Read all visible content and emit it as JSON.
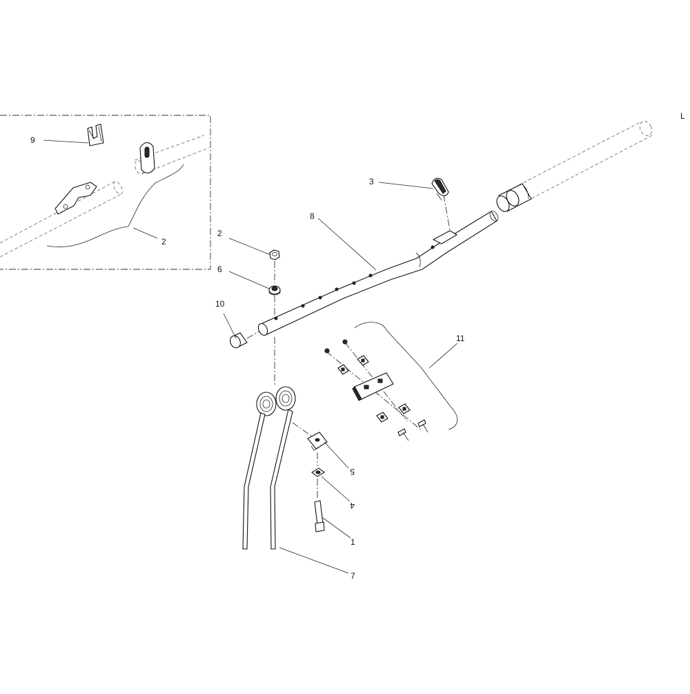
{
  "corner_mark": "L",
  "callouts": {
    "c9": "9",
    "c2_inset": "2",
    "c3": "3",
    "c8": "8",
    "c2": "2",
    "c6": "6",
    "c10": "10",
    "c11": "11",
    "c5": "5",
    "c4": "4",
    "c1": "1",
    "c7": "7"
  }
}
